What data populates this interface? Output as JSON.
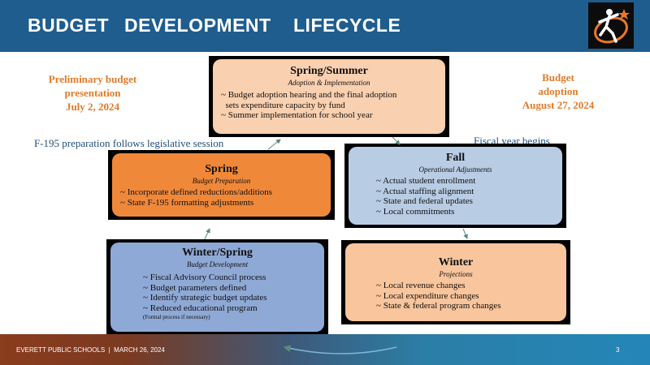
{
  "header": {
    "title_words": [
      "BUDGET",
      "DEVELOPMENT",
      "LIFECYCLE"
    ],
    "logo_icon": "running-figure-logo-icon"
  },
  "notes": {
    "preliminary": [
      "Preliminary budget",
      "presentation",
      "July 2, 2024"
    ],
    "adoption": [
      "Budget",
      "adoption",
      "August 27, 2024"
    ],
    "f195": "F-195 preparation follows legislative session",
    "fiscal_year": "Fiscal year begins"
  },
  "boxes": {
    "spring_summer": {
      "title": "Spring/Summer",
      "subtitle": "Adoption & Implementation",
      "items": [
        "~ Budget adoption hearing and the final adoption",
        "  sets expenditure capacity by fund",
        "~ Summer implementation for school year"
      ]
    },
    "spring": {
      "title": "Spring",
      "subtitle": "Budget Preparation",
      "items": [
        "~ Incorporate defined reductions/additions",
        "~ State F-195 formatting adjustments"
      ]
    },
    "fall": {
      "title": "Fall",
      "subtitle": "Operational Adjustments",
      "items": [
        "~ Actual student enrollment",
        "~ Actual staffing alignment",
        "~ State and federal updates",
        "~ Local commitments"
      ]
    },
    "winter_spring": {
      "title": "Winter/Spring",
      "subtitle": "Budget Development",
      "items": [
        "~ Fiscal Advisory Council process",
        "~ Budget parameters defined",
        "~ Identify strategic budget updates",
        "~ Reduced educational program"
      ],
      "footnote": "(Formal process if necessary)"
    },
    "winter": {
      "title": "Winter",
      "subtitle": "Projections",
      "items": [
        "~ Local revenue changes",
        "~ Local expenditure changes",
        "~ State & federal program changes"
      ]
    }
  },
  "footer": {
    "text": "EVERETT PUBLIC SCHOOLS  |  MARCH 26, 2024",
    "page": "3"
  },
  "colors": {
    "header": "#1f5d8e",
    "note_orange": "#e07b2a",
    "note_blue": "#1f4e79",
    "peach": "#f9d0b0",
    "orange": "#f0883a",
    "light_blue": "#b8cce4",
    "steel_blue": "#8fa9d6",
    "light_orange": "#f8c59c",
    "arrow": "#5b8a7a"
  }
}
